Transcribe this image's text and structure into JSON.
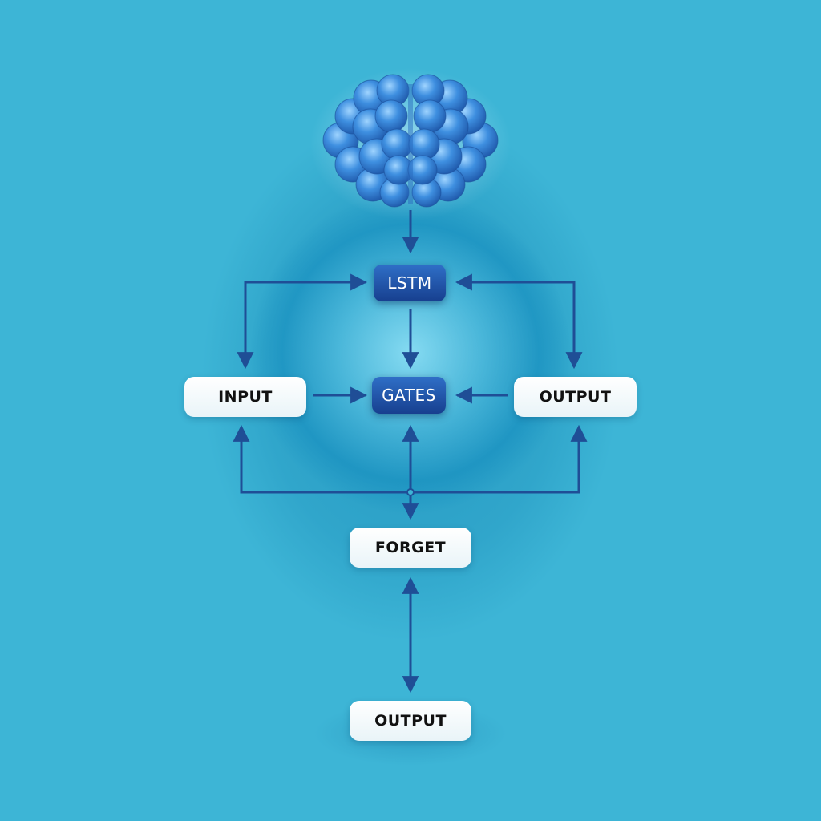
{
  "diagram": {
    "nodes": {
      "lstm": "LSTM",
      "input": "INPUT",
      "gates": "GATES",
      "output_right": "OUTPUT",
      "forget": "FORGET",
      "output_bottom": "OUTPUT"
    },
    "icon": "brain-icon",
    "colors": {
      "background": "#3db5d6",
      "dark_node": "#1f52a8",
      "light_node": "#ffffff",
      "arrow": "#1f4e96"
    }
  }
}
